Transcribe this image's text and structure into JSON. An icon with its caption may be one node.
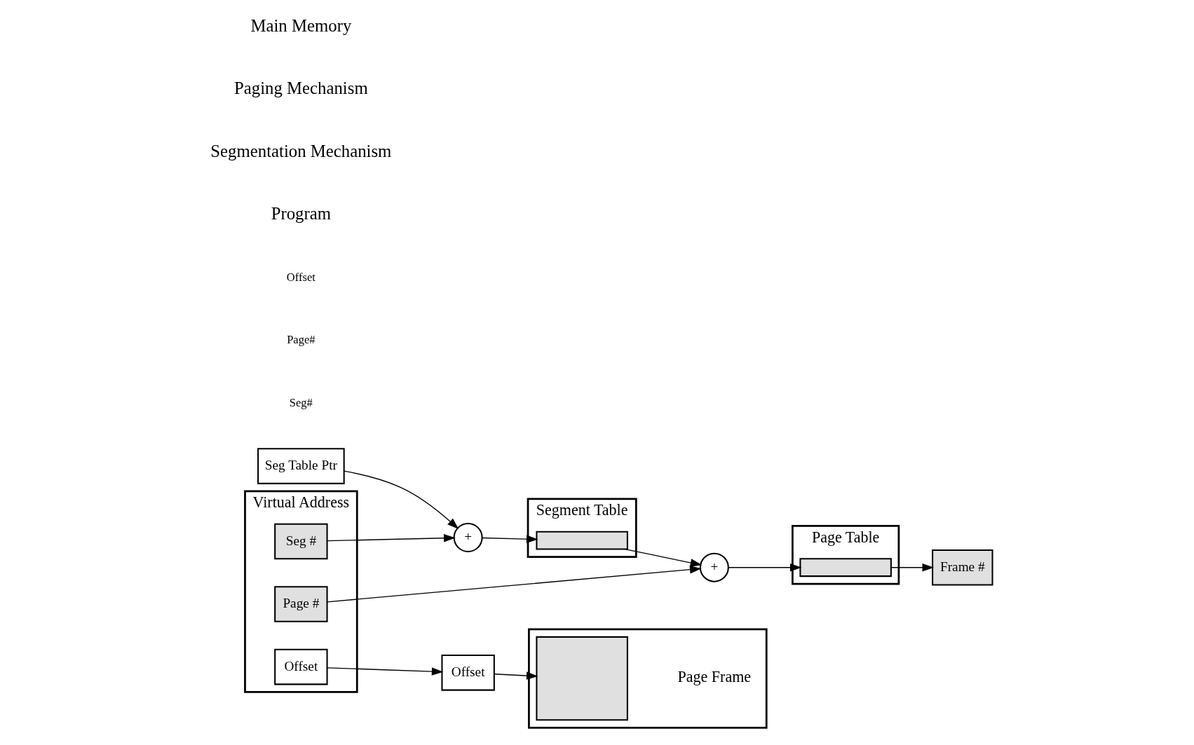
{
  "diagram": {
    "nodes": [
      {
        "text": [
          "Virtual Address"
        ]
      },
      {
        "text": [
          "Seg #"
        ],
        "in": 0
      },
      {
        "text": [
          "Page #"
        ],
        "in": 0
      },
      {
        "text": [
          "Offset"
        ],
        "in": 0
      },
      {
        "text": [
          "Seg Table Ptr"
        ]
      },
      {
        "text": [
          "+"
        ]
      },
      {
        "text": [
          "Segment Table"
        ]
      },
      {
        "text": [],
        "shape": "bar",
        "in": 6
      },
      {
        "text": [
          "+"
        ]
      },
      {
        "text": [
          "Page Table"
        ]
      },
      {
        "text": [],
        "shape": "bar",
        "in": 9
      },
      {
        "text": [
          "Frame #"
        ]
      },
      {
        "text": [
          "Offset"
        ]
      },
      {
        "text": [],
        "shape": "box"
      },
      {
        "text": [],
        "shape": "box",
        "beside": [
          "Page Frame"
        ],
        "in": 13
      }
    ],
    "edges": [
      {
        "from": 1,
        "to": 5,
        "arrow": "to"
      },
      {
        "from": 4,
        "to": 5,
        "arrow": "to"
      },
      {
        "from": 5,
        "to": 7,
        "arrow": "to"
      },
      {
        "from": 7,
        "to": 8,
        "arrow": "to"
      },
      {
        "from": 2,
        "to": 8,
        "arrow": "to"
      },
      {
        "from": 8,
        "to": 10,
        "arrow": "to"
      },
      {
        "from": 10,
        "to": 11,
        "arrow": "to"
      },
      {
        "from": 3,
        "to": 12,
        "arrow": "to"
      },
      {
        "from": 12,
        "to": 14,
        "arrow": "to"
      }
    ],
    "labels": [
      "Seg#",
      "Page#",
      "Offset",
      "Program",
      "Segmentation Mechanism",
      "Paging Mechanism",
      "Main Memory"
    ]
  }
}
